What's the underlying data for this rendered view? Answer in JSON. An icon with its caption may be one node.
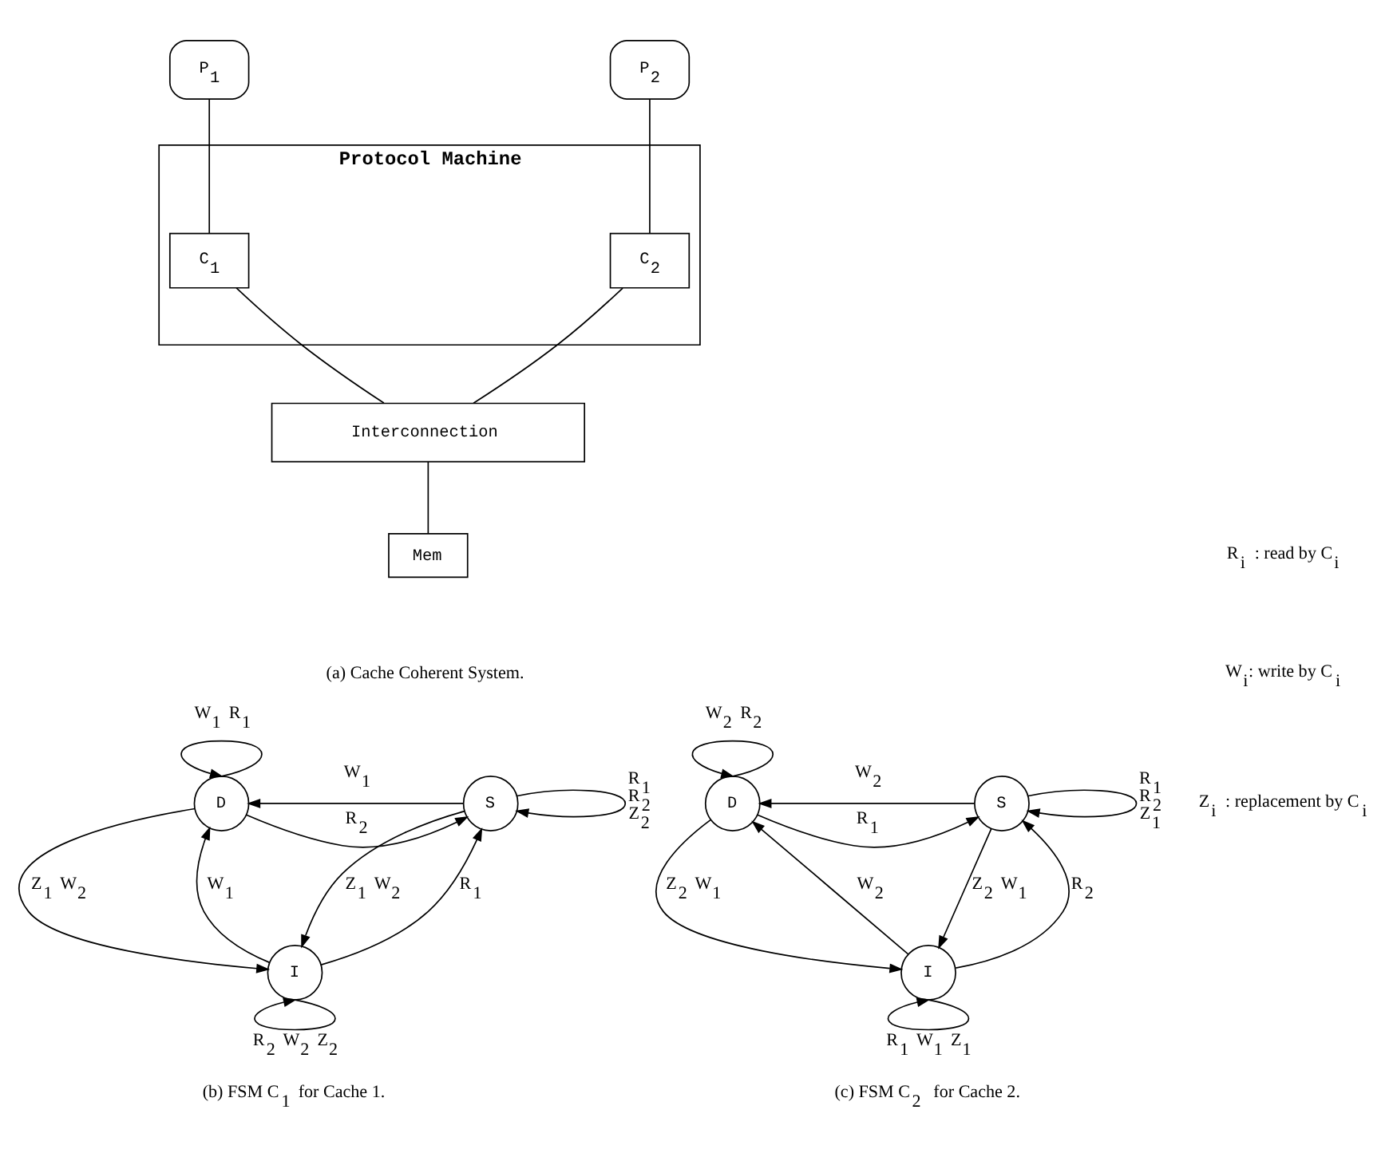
{
  "diagram": {
    "nodes": [
      {
        "text": [
          "P$_{1}$"
        ]
      },
      {
        "text": [
          "P$_{2}$"
        ]
      },
      {
        "text": [
          "Protocol Machine"
        ]
      },
      {
        "text": [
          "C$_{1}$"
        ],
        "in": 2
      },
      {
        "text": [
          "C$_{2}$"
        ],
        "in": 2
      },
      {
        "text": [
          "Interconnection"
        ]
      },
      {
        "text": [
          "Mem"
        ]
      },
      {
        "text": [
          "D"
        ]
      },
      {
        "text": [
          "S"
        ]
      },
      {
        "text": [
          "I"
        ]
      },
      {
        "text": [
          "D"
        ]
      },
      {
        "text": [
          "S"
        ]
      },
      {
        "text": [
          "I"
        ]
      }
    ],
    "edges": [
      {
        "from": 0,
        "to": 3,
        "arrow": "none"
      },
      {
        "from": 1,
        "to": 4,
        "arrow": "none"
      },
      {
        "from": 3,
        "to": 5,
        "arrow": "none"
      },
      {
        "from": 4,
        "to": 5,
        "arrow": "none"
      },
      {
        "from": 5,
        "to": 6,
        "arrow": "none"
      },
      {
        "from": 7,
        "to": 7,
        "arrow": "to",
        "label": "W$_{1}$ R$_{1}$"
      },
      {
        "from": 7,
        "to": 8,
        "arrow": "to",
        "label": "R$_{2}$"
      },
      {
        "from": 8,
        "to": 7,
        "arrow": "to",
        "label": "W$_{1}$"
      },
      {
        "from": 8,
        "to": 8,
        "arrow": "to",
        "label": "R$_{1}$ R$_{2}$ Z$_{2}$"
      },
      {
        "from": 7,
        "to": 9,
        "arrow": "to",
        "label": "Z$_{1}$ W$_{2}$"
      },
      {
        "from": 9,
        "to": 7,
        "arrow": "to",
        "label": "W$_{1}$"
      },
      {
        "from": 9,
        "to": 8,
        "arrow": "to",
        "label": "R$_{1}$"
      },
      {
        "from": 8,
        "to": 9,
        "arrow": "to",
        "label": "Z$_{1}$ W$_{2}$"
      },
      {
        "from": 9,
        "to": 9,
        "arrow": "to",
        "label": "R$_{2}$ W$_{2}$ Z$_{2}$"
      },
      {
        "from": 10,
        "to": 10,
        "arrow": "to",
        "label": "W$_{2}$ R$_{2}$"
      },
      {
        "from": 10,
        "to": 11,
        "arrow": "to",
        "label": "R$_{1}$"
      },
      {
        "from": 11,
        "to": 10,
        "arrow": "to",
        "label": "W$_{2}$"
      },
      {
        "from": 11,
        "to": 11,
        "arrow": "to",
        "label": "R$_{1}$ R$_{2}$ Z$_{1}$"
      },
      {
        "from": 10,
        "to": 12,
        "arrow": "to",
        "label": "Z$_{2}$ W$_{1}$"
      },
      {
        "from": 12,
        "to": 10,
        "arrow": "to",
        "label": "W$_{2}$"
      },
      {
        "from": 12,
        "to": 11,
        "arrow": "to",
        "label": "R$_{2}$"
      },
      {
        "from": 11,
        "to": 12,
        "arrow": "to",
        "label": "Z$_{2}$ W$_{1}$"
      },
      {
        "from": 12,
        "to": 12,
        "arrow": "to",
        "label": "R$_{1}$ W$_{1}$ Z$_{1}$"
      }
    ],
    "labels": [
      "R$_{i}$ : read by C$_{i}$",
      "W$_{i}$: write by C$_{i}$",
      "(a) Cache Coherent System.",
      "Z$_{i}$ : replacement by C$_{i}$",
      "(b) FSM C$_{1}$ for Cache 1.",
      "(c) FSM C$_{2}$  for Cache 2."
    ]
  }
}
